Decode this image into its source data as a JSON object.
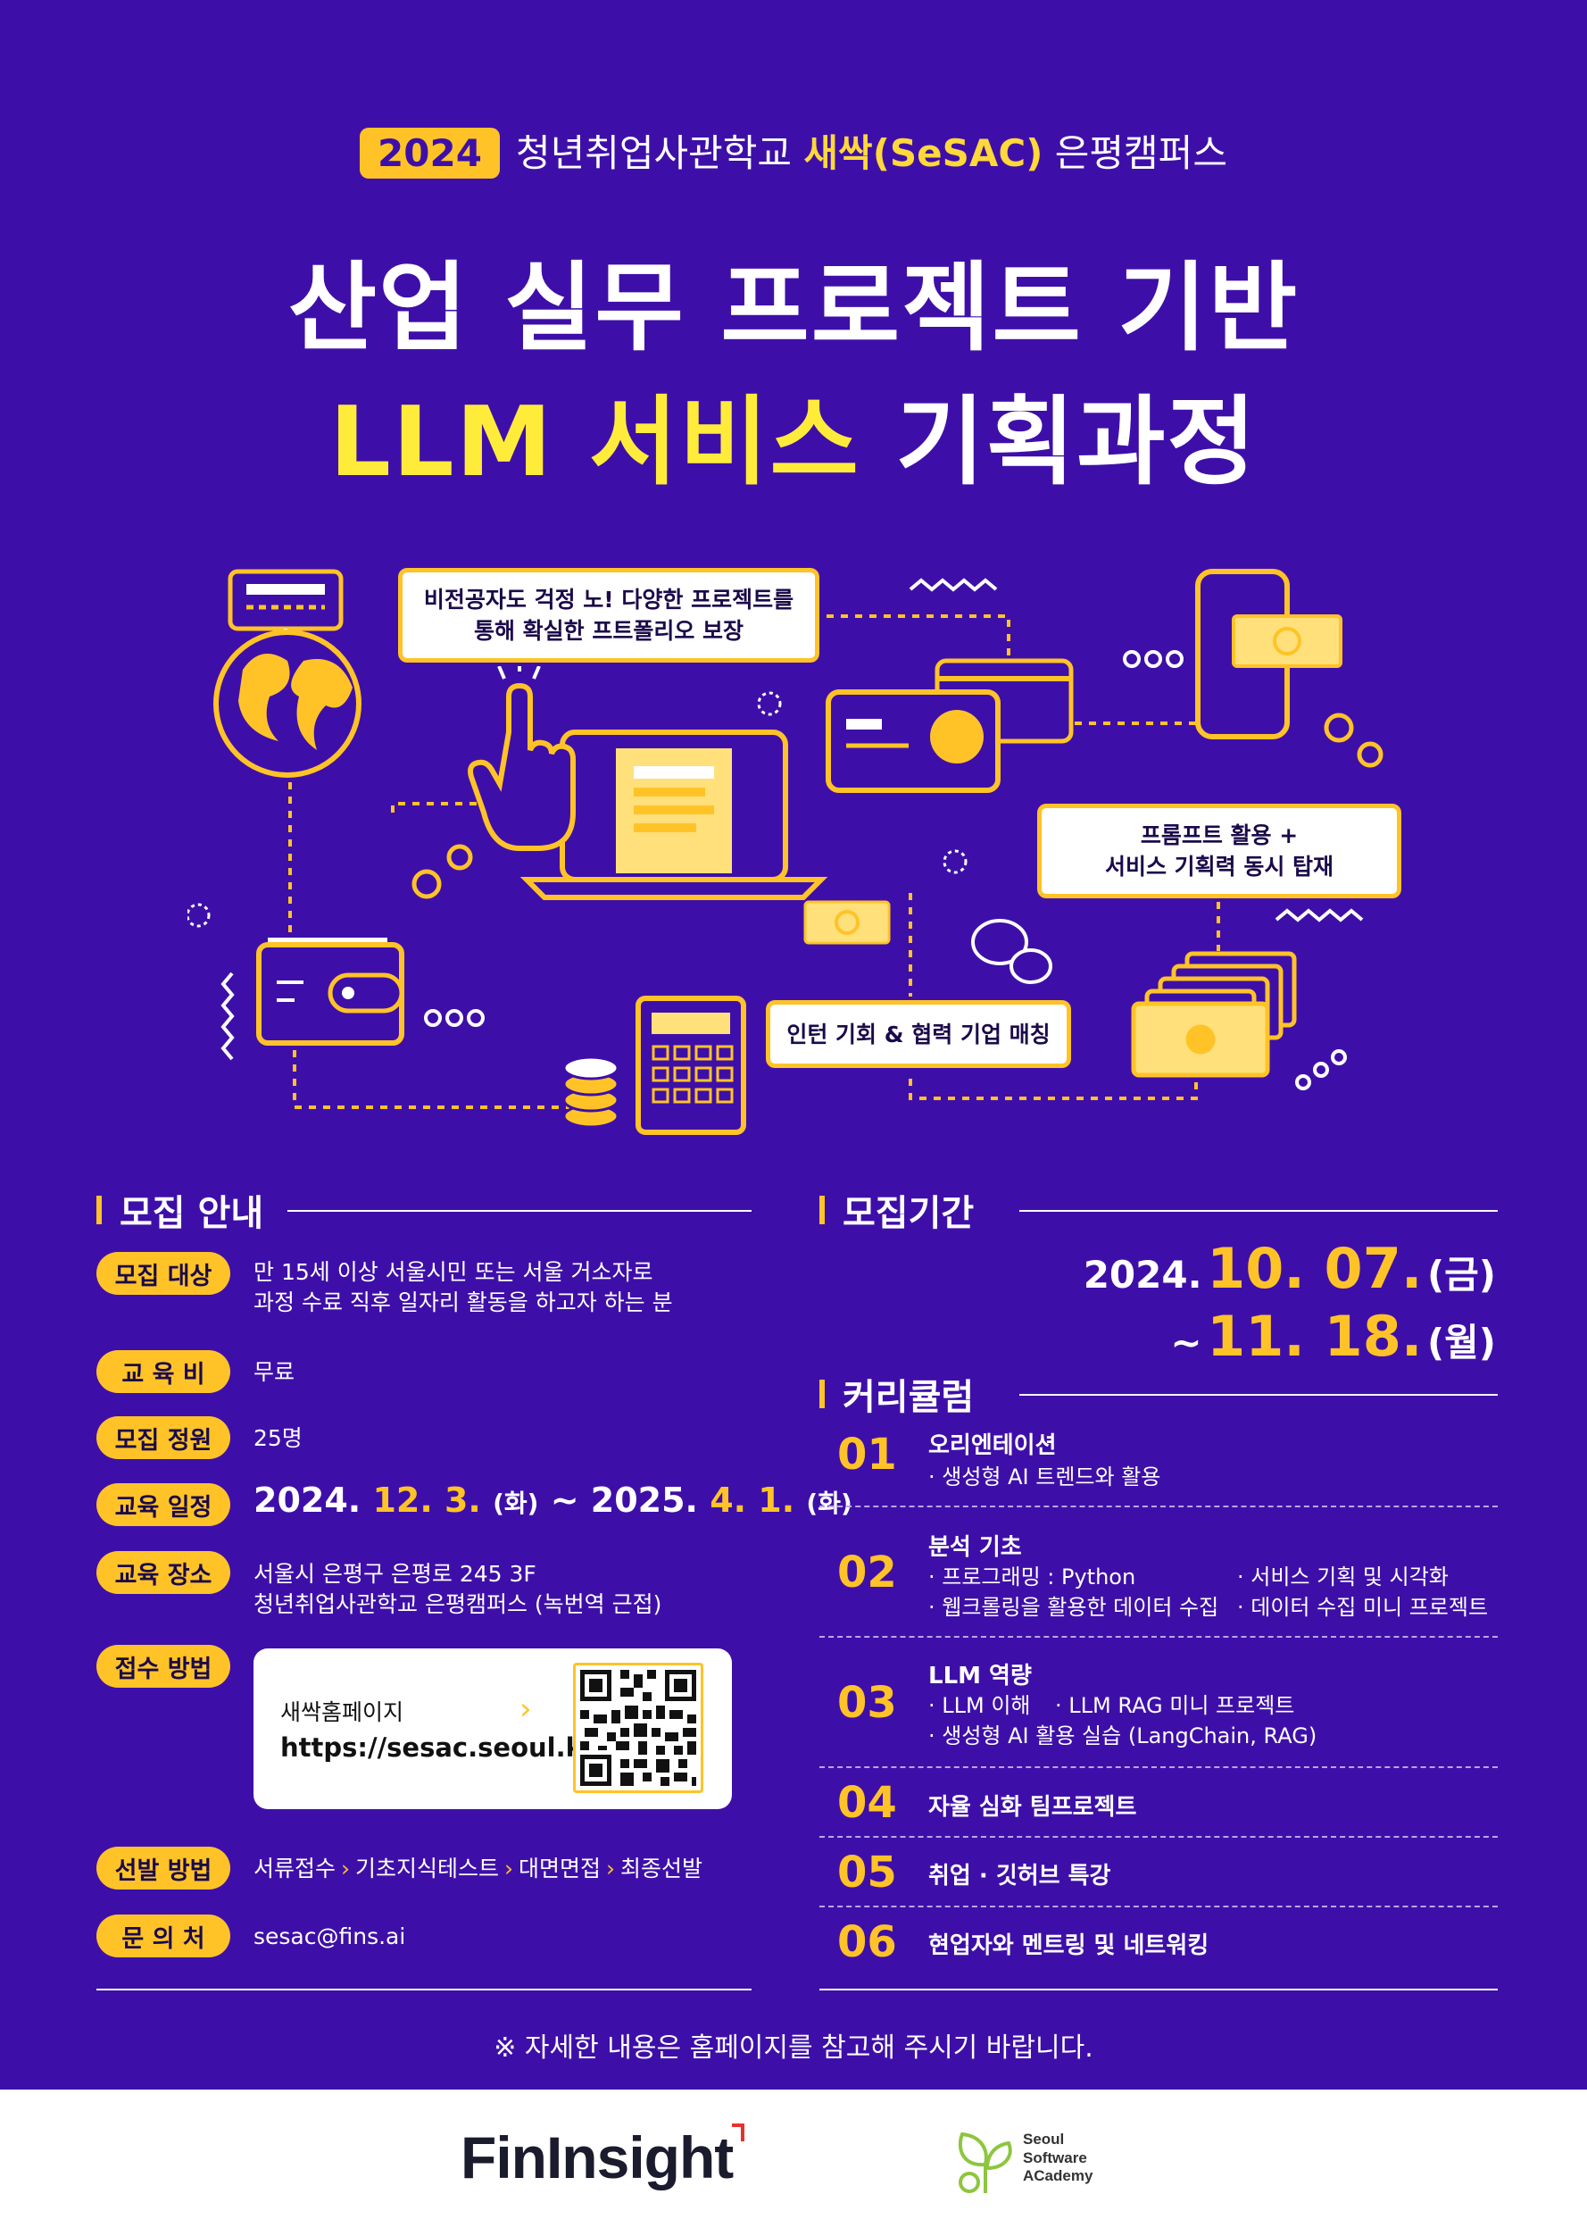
{
  "header": {
    "year": "2024",
    "school": "청년취업사관학교",
    "brand": "새싹(SeSAC)",
    "campus": "은평캠퍼스"
  },
  "title": {
    "line1": "산업 실무 프로젝트 기반",
    "line2_highlight": "LLM 서비스",
    "line2_rest": "기획과정"
  },
  "illustration": {
    "bubble1_line1": "비전공자도 걱정 노! 다양한 프로젝트를",
    "bubble1_line2": "통해 확실한 프트폴리오 보장",
    "bubble2_line1": "프롬프트 활용 +",
    "bubble2_line2": "서비스 기획력 동시 탑재",
    "bubble3": "인턴 기회 & 협력 기업 매칭"
  },
  "recruit": {
    "section_title": "모집 안내",
    "target_label": "모집 대상",
    "target_line1": "만 15세 이상 서울시민 또는 서울 거소자로",
    "target_line2": "과정 수료 직후 일자리 활동을 하고자 하는 분",
    "fee_label": "교 육 비",
    "fee_value": "무료",
    "capacity_label": "모집 정원",
    "capacity_value": "25명",
    "schedule_label": "교육 일정",
    "schedule": {
      "start_year": "2024.",
      "start_md": "12. 3.",
      "start_day": "(화)",
      "tilde": "~",
      "end_year": "2025.",
      "end_md": "4. 1.",
      "end_day": "(화)"
    },
    "place_label": "교육 장소",
    "place_line1": "서울시 은평구 은평로 245 3F",
    "place_line2": "청년취업사관학교 은평캠퍼스 (녹번역 근접)",
    "apply_label": "접수 방법",
    "apply_site_name": "새싹홈페이지",
    "apply_url": "https://sesac.seoul.kr",
    "select_label": "선발 방법",
    "select_steps": [
      "서류접수",
      "기초지식테스트",
      "대면면접",
      "최종선발"
    ],
    "contact_label": "문 의 처",
    "contact_value": "sesac@fins.ai"
  },
  "period": {
    "section_title": "모집기간",
    "start_year": "2024.",
    "start_md": "10. 07.",
    "start_day": "(금)",
    "tilde": "~",
    "end_md": "11. 18.",
    "end_day": "(월)"
  },
  "curriculum": {
    "section_title": "커리큘럼",
    "items": [
      {
        "num": "01",
        "title": "오리엔테이션",
        "subs": [
          "· 생성형 AI 트렌드와 활용"
        ]
      },
      {
        "num": "02",
        "title": "분석 기초",
        "subs": [
          "· 프로그래밍 : Python",
          "· 웹크롤링을 활용한 데이터 수집",
          "· 서비스 기획 및 시각화",
          "· 데이터 수집 미니 프로젝트"
        ]
      },
      {
        "num": "03",
        "title": "LLM 역량",
        "subs": [
          "· LLM 이해",
          "· LLM RAG 미니 프로젝트",
          "· 생성형 AI 활용 실습 (LangChain, RAG)"
        ]
      },
      {
        "num": "04",
        "title": "자율 심화 팀프로젝트",
        "subs": []
      },
      {
        "num": "05",
        "title": "취업 · 깃허브 특강",
        "subs": []
      },
      {
        "num": "06",
        "title": "현업자와 멘트링 및 네트워킹",
        "subs": []
      }
    ]
  },
  "note": "※ 자세한 내용은 홈페이지를 참고해 주시기 바랍니다.",
  "footer": {
    "logo1": "FinInsight",
    "logo2_line1": "Seoul",
    "logo2_line2": "Software",
    "logo2_line3": "ACademy"
  },
  "colors": {
    "background": "#3e0fa8",
    "accent": "#ffc328",
    "title_highlight": "#ffec3a"
  }
}
